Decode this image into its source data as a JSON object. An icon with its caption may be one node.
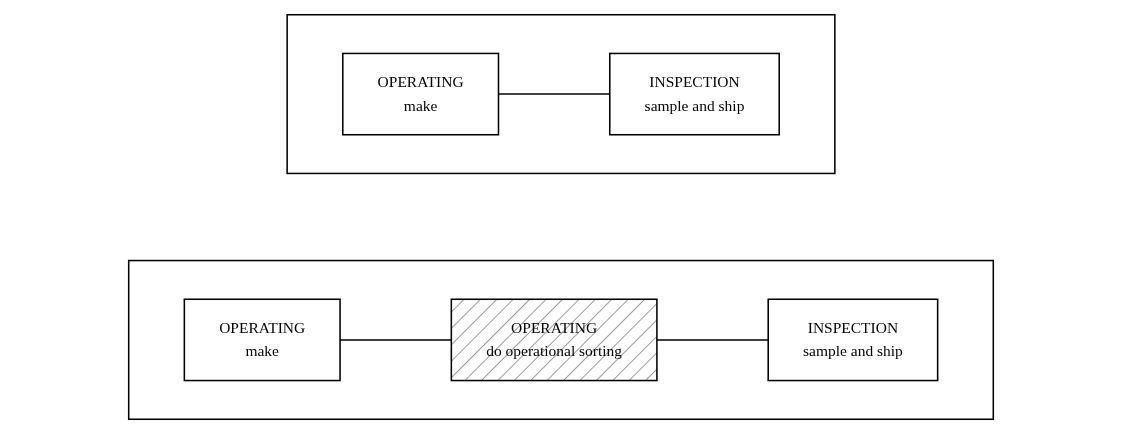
{
  "diagram": {
    "nodes": [
      {
        "text": [],
        "shape": "box"
      },
      {
        "text": [
          "OPERATING",
          "make"
        ],
        "in": 0
      },
      {
        "text": [
          "INSPECTION",
          "sample and ship"
        ],
        "in": 0
      },
      {
        "text": [],
        "shape": "box"
      },
      {
        "text": [
          "OPERATING",
          "make"
        ],
        "in": 3
      },
      {
        "text": [
          "OPERATING",
          "do operational sorting"
        ],
        "in": 3
      },
      {
        "text": [
          "INSPECTION",
          "sample and ship"
        ],
        "in": 3
      }
    ],
    "edges": [
      {
        "from": 1,
        "to": 2,
        "arrow": "none"
      },
      {
        "from": 4,
        "to": 5,
        "arrow": "none"
      },
      {
        "from": 5,
        "to": 6,
        "arrow": "none"
      }
    ]
  }
}
